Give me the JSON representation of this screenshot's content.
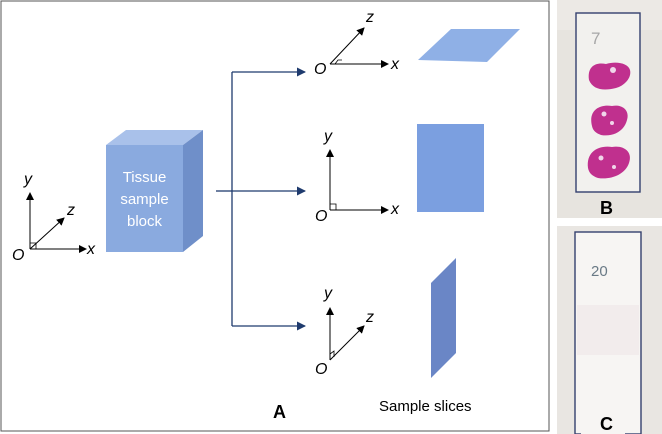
{
  "panel_a": {
    "letter": "A",
    "block_lines": [
      "Tissue",
      "sample",
      "block"
    ],
    "caption": "Sample slices",
    "axis_labels": {
      "x": "x",
      "y": "y",
      "z": "z",
      "origin": "O"
    }
  },
  "panel_b": {
    "letter": "B",
    "slide_label": "7"
  },
  "panel_c": {
    "letter": "C",
    "slide_label": "20"
  },
  "colors": {
    "block_front": "#8aaadf",
    "block_top": "#a9c1ea",
    "block_side": "#6f8fc9",
    "slice_horizontal": "#8fb0e6",
    "slice_vertical": "#7b9fe0",
    "slice_sagittal": "#6a86c6",
    "arrow": "#1f3b6e",
    "stain": "#c0308e"
  }
}
